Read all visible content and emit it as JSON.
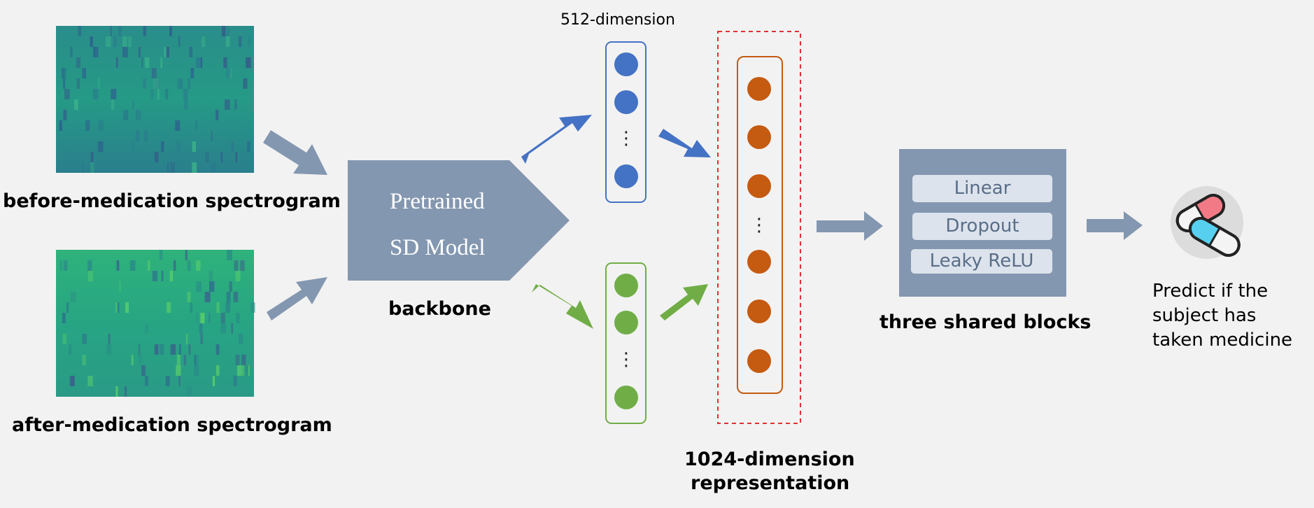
{
  "inputs": {
    "before_label": "before-medication spectrogram",
    "after_label": "after-medication spectrogram"
  },
  "backbone": {
    "model_line1": "Pretrained",
    "model_line2": "SD Model",
    "label": "backbone"
  },
  "embedding": {
    "dim_label": "512-dimension",
    "dots": "⋮"
  },
  "representation": {
    "label_line1": "1024-dimension",
    "label_line2": "representation"
  },
  "blocks": {
    "items": [
      "Linear",
      "Dropout",
      "Leaky ReLU"
    ],
    "label": "three shared blocks"
  },
  "output": {
    "line1": "Predict if the",
    "line2": "subject has",
    "line3": "taken medicine"
  },
  "colors": {
    "background": "#f2f2f2",
    "slate": "#8497b0",
    "blue": "#4472c4",
    "green": "#70ad47",
    "orange": "#c55a11",
    "dashed_red": "#e03030"
  }
}
